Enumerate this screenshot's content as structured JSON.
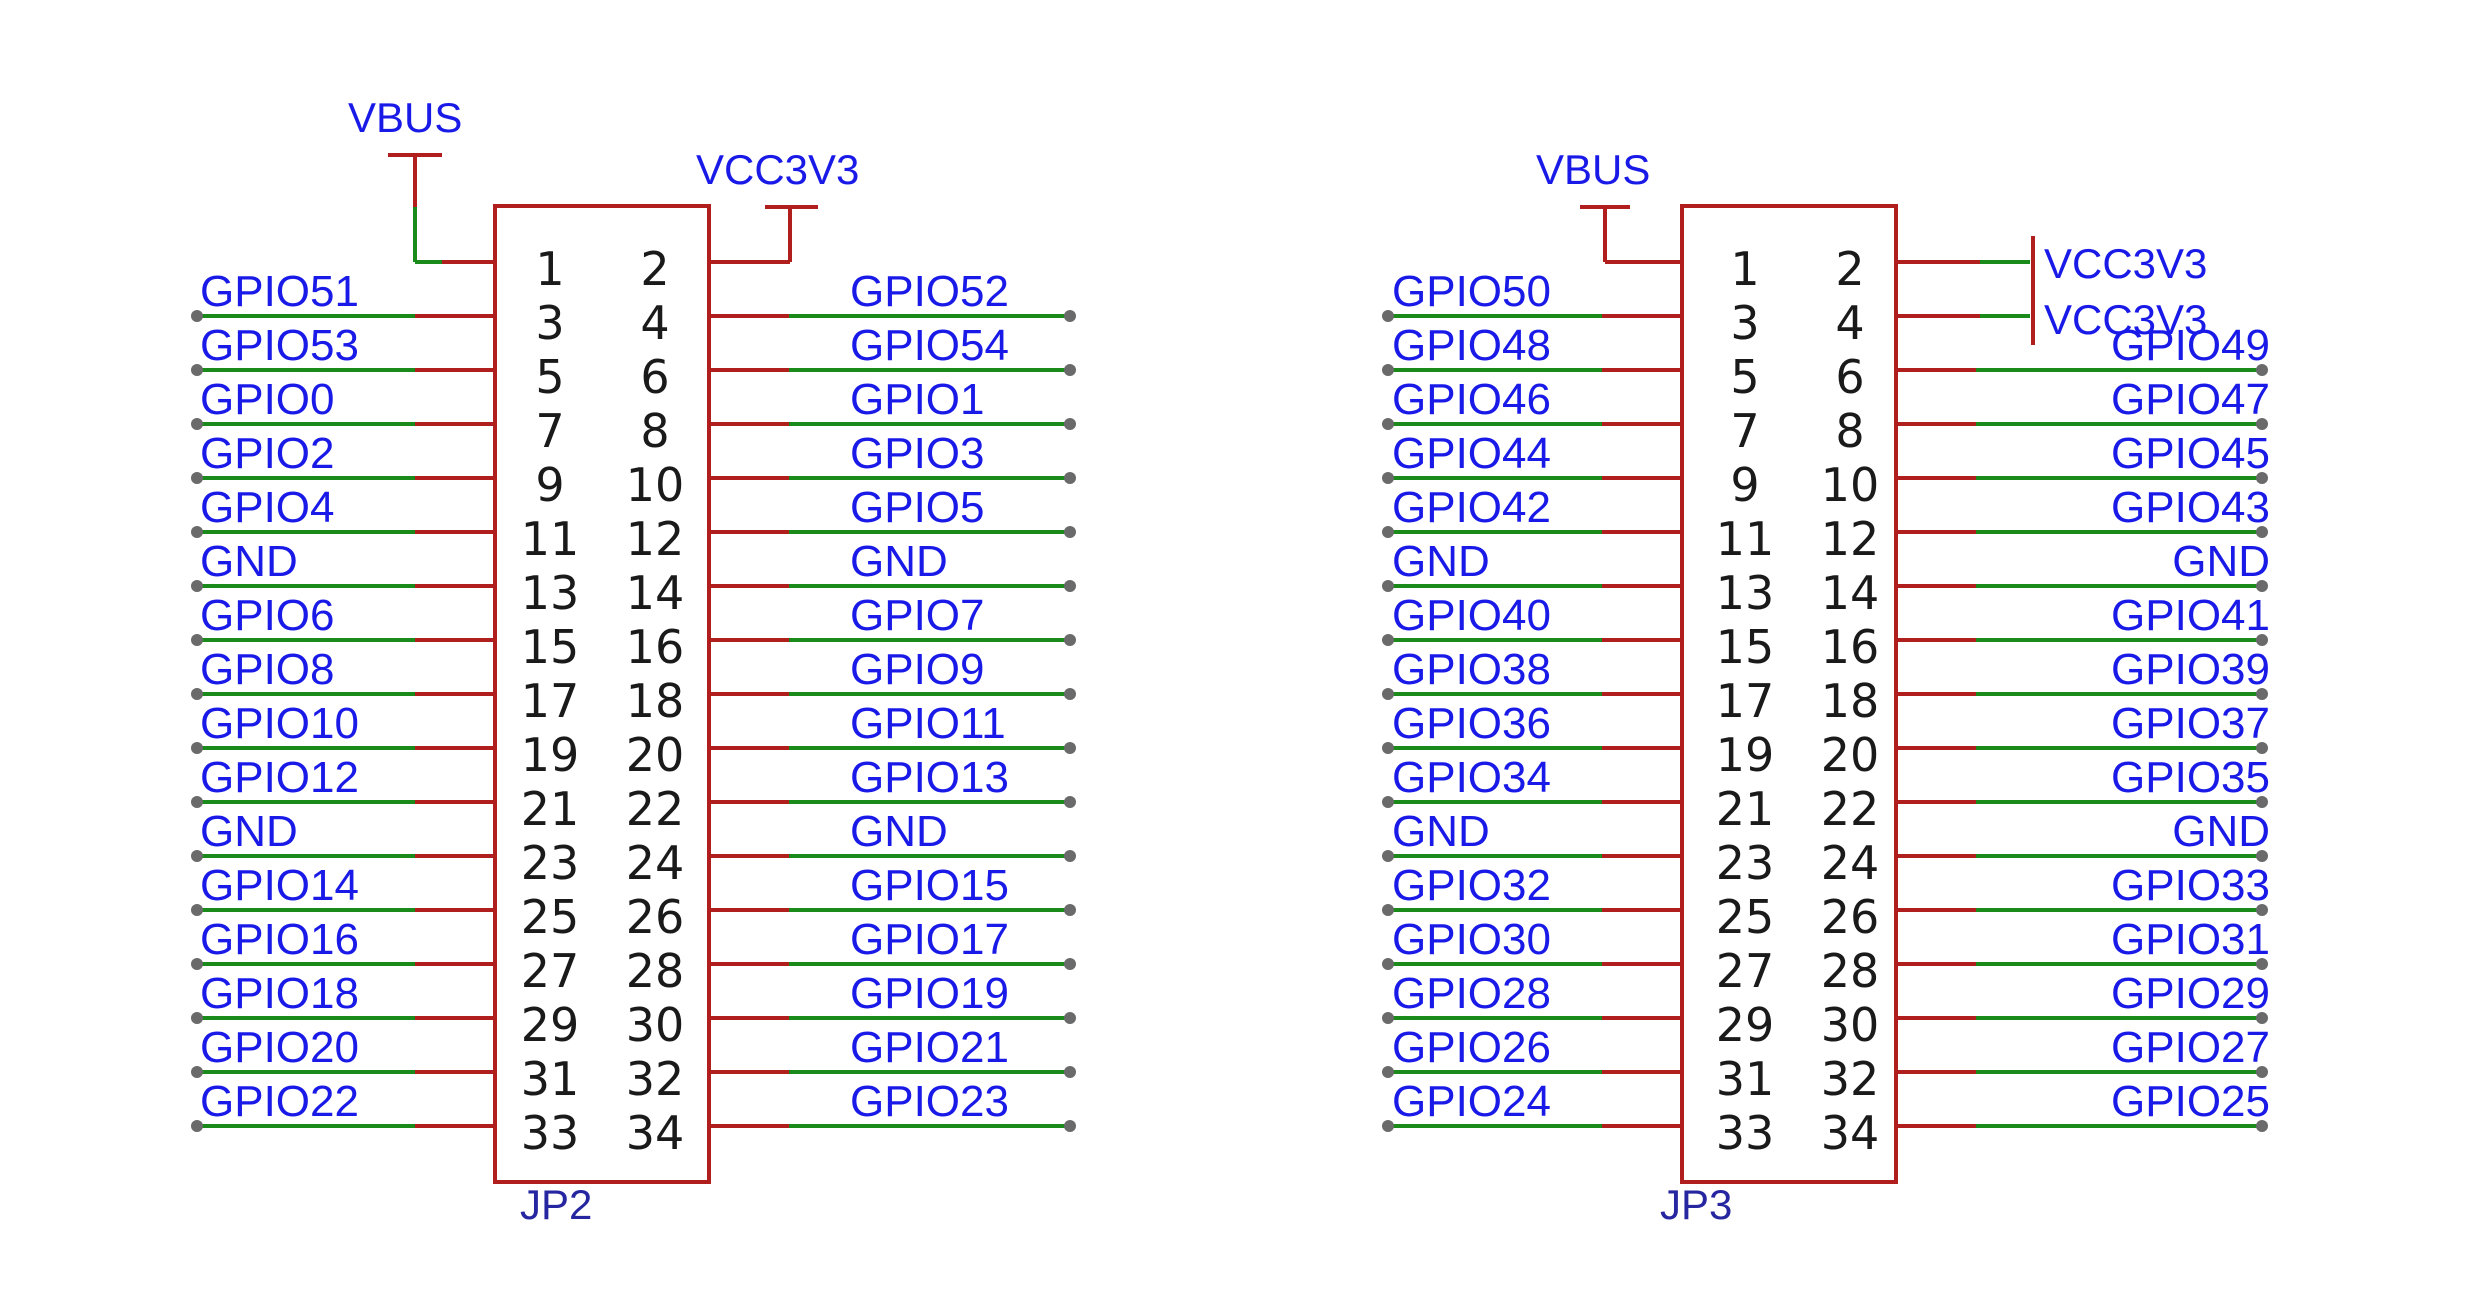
{
  "colors": {
    "pin": "#b01e1e",
    "wire": "#1a8a1a",
    "net_label": "#1a1ae8",
    "ref_label": "#2626a0",
    "pin_number": "#1a1a1a"
  },
  "headers": [
    {
      "designator": "JP2",
      "power": {
        "left_pin1": "VBUS",
        "right_pin2": "VCC3V3"
      },
      "left_nets": [
        "GPIO51",
        "GPIO53",
        "GPIO0",
        "GPIO2",
        "GPIO4",
        "GND",
        "GPIO6",
        "GPIO8",
        "GPIO10",
        "GPIO12",
        "GND",
        "GPIO14",
        "GPIO16",
        "GPIO18",
        "GPIO20",
        "GPIO22"
      ],
      "right_nets": [
        "GPIO52",
        "GPIO54",
        "GPIO1",
        "GPIO3",
        "GPIO5",
        "GND",
        "GPIO7",
        "GPIO9",
        "GPIO11",
        "GPIO13",
        "GND",
        "GPIO15",
        "GPIO17",
        "GPIO19",
        "GPIO21",
        "GPIO23"
      ]
    },
    {
      "designator": "JP3",
      "power": {
        "left_pin1": "VBUS",
        "right_pin2": "VCC3V3",
        "right_pin4": "VCC3V3"
      },
      "left_nets": [
        "GPIO50",
        "GPIO48",
        "GPIO46",
        "GPIO44",
        "GPIO42",
        "GND",
        "GPIO40",
        "GPIO38",
        "GPIO36",
        "GPIO34",
        "GND",
        "GPIO32",
        "GPIO30",
        "GPIO28",
        "GPIO26",
        "GPIO24"
      ],
      "right_nets": [
        "GPIO49",
        "GPIO47",
        "GPIO45",
        "GPIO43",
        "GND",
        "GPIO41",
        "GPIO39",
        "GPIO37",
        "GPIO35",
        "GND",
        "GPIO33",
        "GPIO31",
        "GPIO29",
        "GPIO27",
        "GPIO25"
      ]
    }
  ],
  "pin_numbers": [
    "1",
    "2",
    "3",
    "4",
    "5",
    "6",
    "7",
    "8",
    "9",
    "10",
    "11",
    "12",
    "13",
    "14",
    "15",
    "16",
    "17",
    "18",
    "19",
    "20",
    "21",
    "22",
    "23",
    "24",
    "25",
    "26",
    "27",
    "28",
    "29",
    "30",
    "31",
    "32",
    "33",
    "34"
  ]
}
